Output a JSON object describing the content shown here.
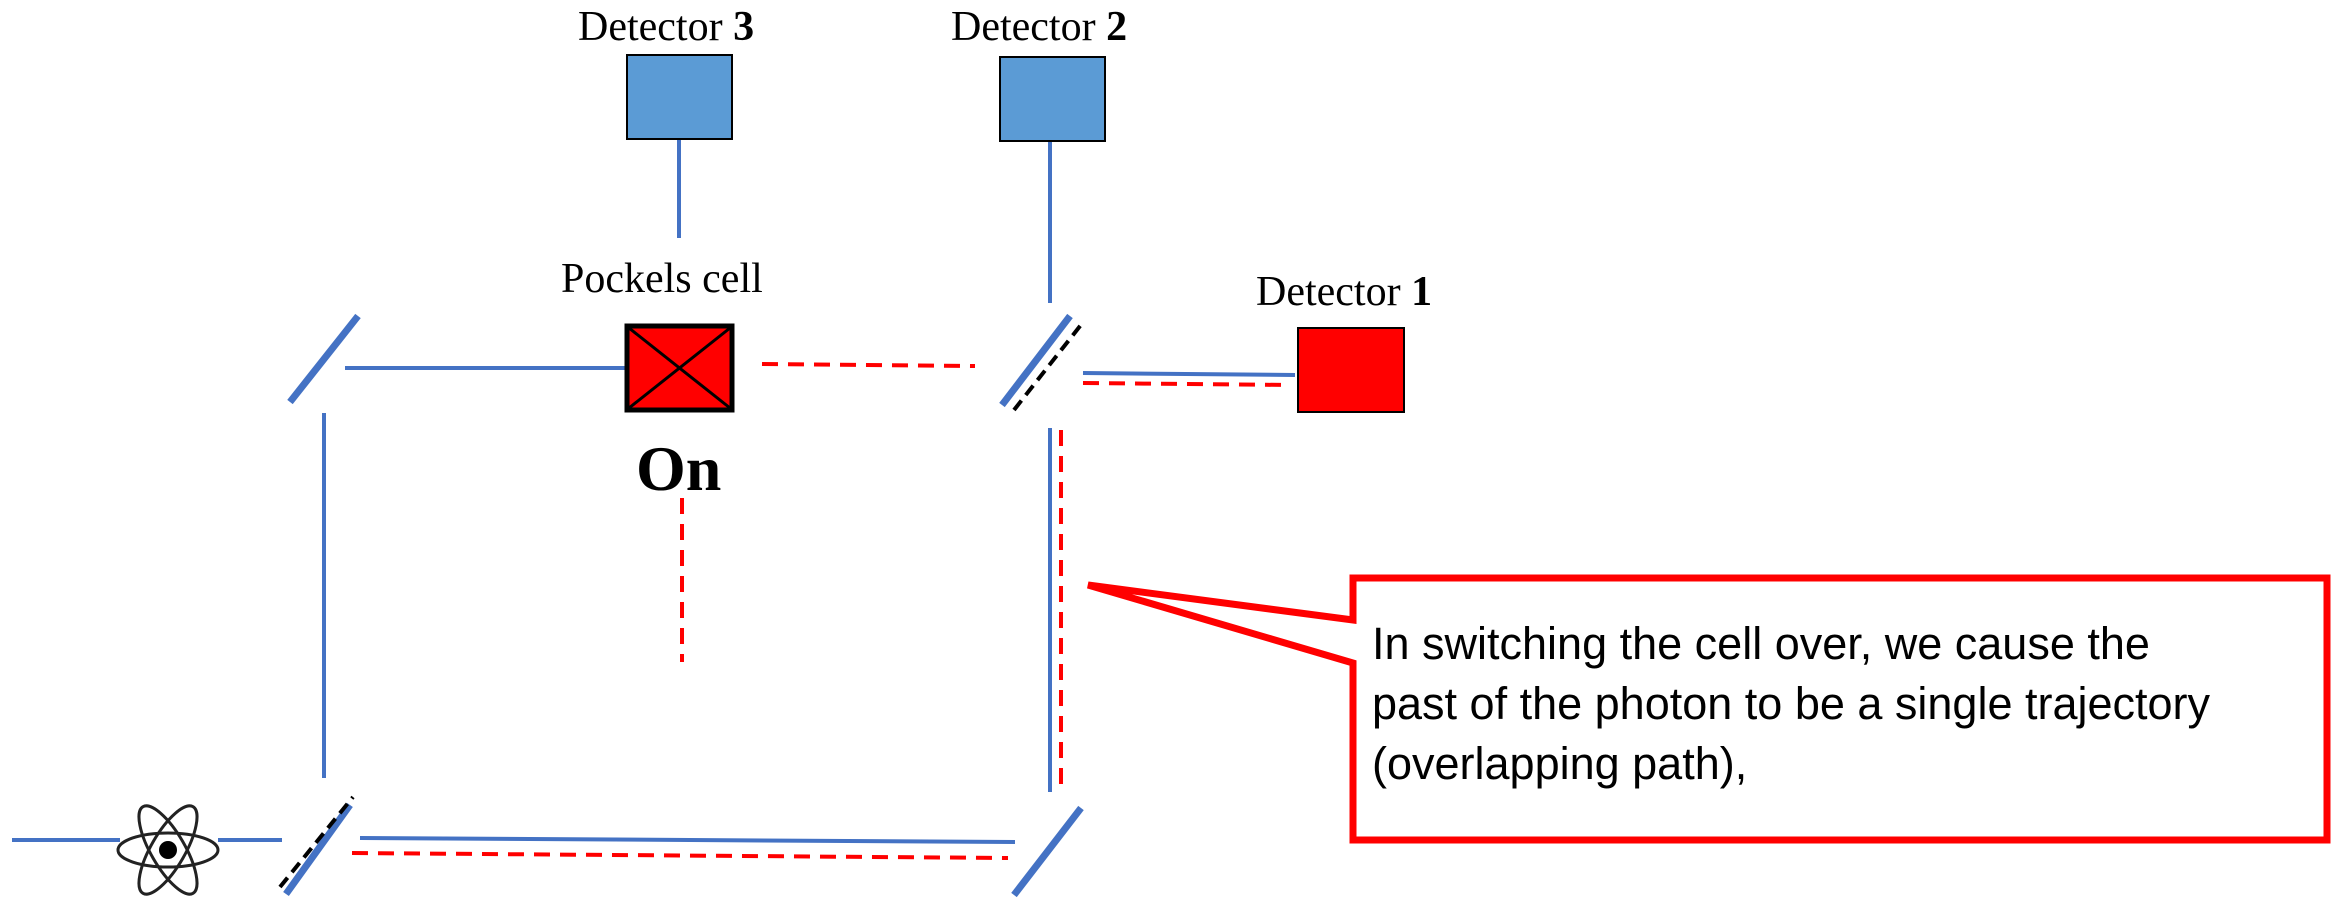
{
  "detectors": {
    "d3": {
      "prefix": "Detector ",
      "number": "3"
    },
    "d2": {
      "prefix": "Detector ",
      "number": "2"
    },
    "d1": {
      "prefix": "Detector ",
      "number": "1"
    }
  },
  "pockels": {
    "label": "Pockels cell",
    "state": "On"
  },
  "callout": {
    "lines": [
      "In switching the cell over, we cause the",
      "past of the photon to be a single trajectory",
      "(overlapping path),"
    ]
  },
  "colors": {
    "beam": "#4472c4",
    "photon_path": "#ff0000",
    "detector_idle": "#5b9bd5",
    "detector_hit": "#ff0000",
    "pockels_cell": "#ff0000",
    "callout_border": "#ff0000",
    "beamsplitter_dash": "#000000"
  },
  "icons": {
    "source": "atom-icon"
  }
}
